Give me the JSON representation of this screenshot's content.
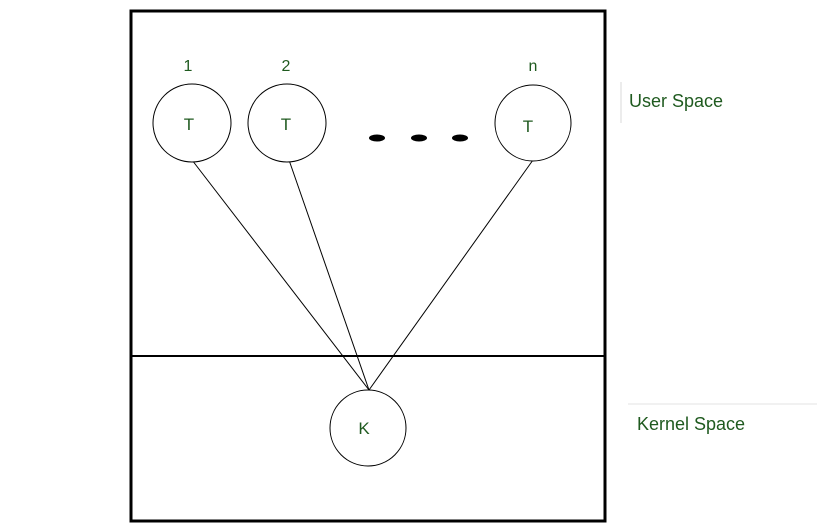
{
  "diagram": {
    "user_threads": [
      {
        "index_label": "1",
        "label": "T"
      },
      {
        "index_label": "2",
        "label": "T"
      },
      {
        "index_label": "n",
        "label": "T"
      }
    ],
    "kernel_thread": {
      "label": "K"
    },
    "regions": {
      "user": "User Space",
      "kernel": "Kernel Space"
    },
    "colors": {
      "text": "#1f5a1f",
      "stroke": "#000000",
      "separator": "#d9d9d9"
    }
  }
}
